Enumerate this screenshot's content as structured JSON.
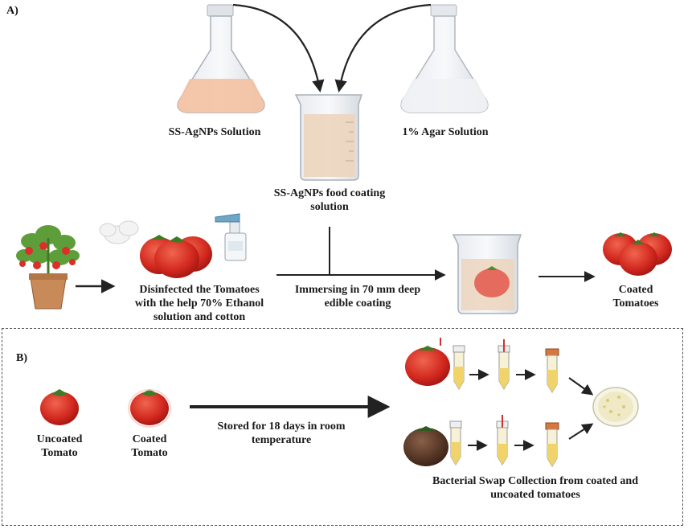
{
  "panels": {
    "a": "A)",
    "b": "B)"
  },
  "labels": {
    "ss_agnps_solution": "SS-AgNPs Solution",
    "agar_solution": "1% Agar Solution",
    "food_coating_line1": "SS-AgNPs food coating",
    "food_coating_line2": "solution",
    "disinfect_line1": "Disinfected the Tomatoes",
    "disinfect_line2": "with the help 70% Ethanol",
    "disinfect_line3": "solution and cotton",
    "immersing_line1": "Immersing in 70 mm deep",
    "immersing_line2": "edible coating",
    "coated_line1": "Coated",
    "coated_line2": "Tomatoes",
    "uncoated_tomato_line1": "Uncoated",
    "uncoated_tomato_line2": "Tomato",
    "coated_tomato_line1": "Coated",
    "coated_tomato_line2": "Tomato",
    "stored_line1": "Stored for 18 days in room",
    "stored_line2": "temperature",
    "swab_line1": "Bacterial Swap Collection from coated and",
    "swab_line2": "uncoated tomatoes"
  },
  "colors": {
    "tomato_red": "#d9302a",
    "flask_pink": "#f4c2a2",
    "beaker_liquid": "#ecd5bd",
    "arrow": "#222222",
    "tube_yellow": "#f0d36a",
    "rotten_brown": "#5a3a2a"
  }
}
